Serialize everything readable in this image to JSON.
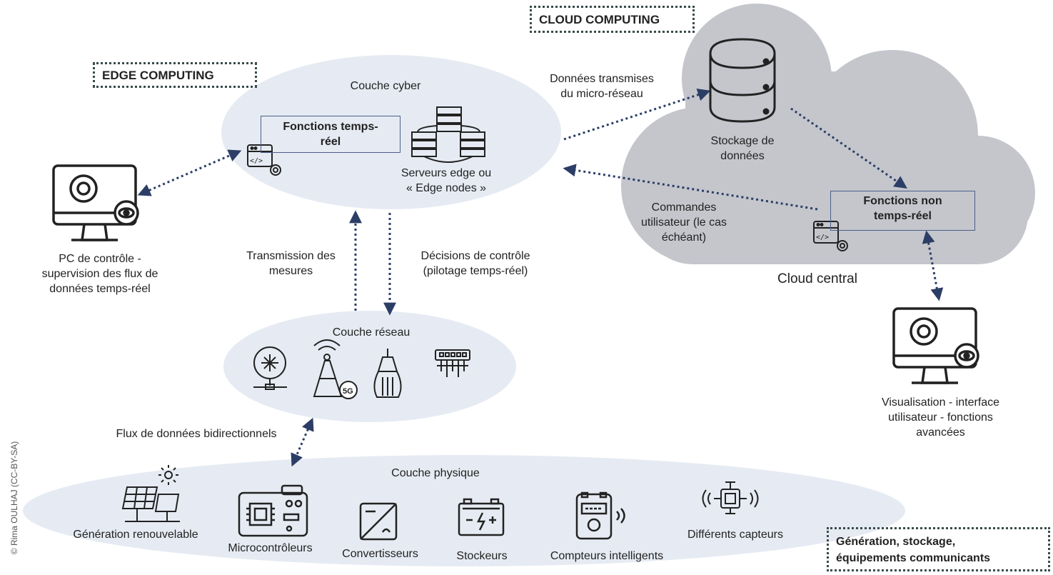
{
  "titles": {
    "edge": "EDGE COMPUTING",
    "cloud": "CLOUD COMPUTING"
  },
  "cyber_layer": {
    "title": "Couche cyber",
    "functions_label": "Fonctions temps-réel",
    "servers_label_line1": "Serveurs edge ou",
    "servers_label_line2": "« Edge nodes »"
  },
  "cloud": {
    "storage_label_line1": "Stockage de",
    "storage_label_line2": "données",
    "functions_label_line1": "Fonctions non",
    "functions_label_line2": "temps-réel",
    "name": "Cloud central"
  },
  "arrows": {
    "data_sent_line1": "Données transmises",
    "data_sent_line2": "du micro-réseau",
    "user_commands_line1": "Commandes",
    "user_commands_line2": "utilisateur (le cas",
    "user_commands_line3": "échéant)",
    "measures_line1": "Transmission des",
    "measures_line2": "mesures",
    "decisions_line1": "Décisions de contrôle",
    "decisions_line2": "(pilotage temps-réel)",
    "bidirectional": "Flux de données bidirectionnels"
  },
  "pc_control": {
    "line1": "PC de contrôle  -",
    "line2": "supervision des flux de",
    "line3": "données temps-réel"
  },
  "visualisation": {
    "line1": "Visualisation - interface",
    "line2": "utilisateur - fonctions",
    "line3": "avancées"
  },
  "network_layer": {
    "title": "Couche réseau",
    "tower_badge": "5G"
  },
  "physical_layer": {
    "title": "Couche physique",
    "items": [
      "Génération renouvelable",
      "Microcontrôleurs",
      "Convertisseurs",
      "Stockeurs",
      "Compteurs intelligents",
      "Différents capteurs"
    ]
  },
  "legend_box": {
    "line1": "Génération, stockage,",
    "line2": "équipements communicants"
  },
  "credit": "© Rima OULHAJ (CC-BY-SA)",
  "colors": {
    "ellipse_fill": "#e6ebf3",
    "cloud_fill": "#c4c6cc",
    "arrow": "#2c3e66",
    "icon": "#222222",
    "box_border": "#4a5f86"
  }
}
